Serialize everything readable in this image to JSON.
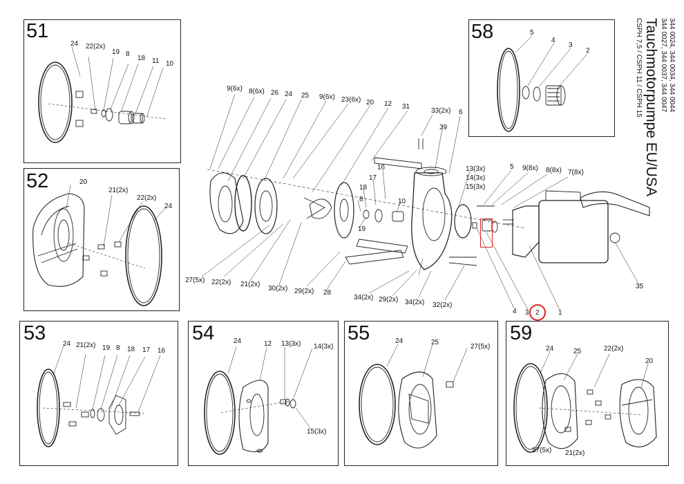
{
  "title": {
    "main": "Tauchmotorpumpe EU/USA",
    "codes_line1": "344 0024, 344 0034, 344 0044",
    "codes_line2": "344 0027, 344 0037, 344 0047",
    "models": "CSPH 7,5 / CSPH 11 / CSPH 15"
  },
  "panels": {
    "p51": "51",
    "p52": "52",
    "p53": "53",
    "p54": "54",
    "p55": "55",
    "p58": "58",
    "p59": "59"
  },
  "labels": {
    "l51_24": "24",
    "l51_22": "22(2x)",
    "l51_19": "19",
    "l51_8": "8",
    "l51_18": "18",
    "l51_11": "11",
    "l51_10": "10",
    "l52_20": "20",
    "l52_21": "21(2x)",
    "l52_22": "22(2x)",
    "l52_24": "24",
    "l53_24": "24",
    "l53_21": "21(2x)",
    "l53_19": "19",
    "l53_8": "8",
    "l53_18": "18",
    "l53_17": "17",
    "l53_16": "16",
    "l54_24": "24",
    "l54_12": "12",
    "l54_13": "13(3x)",
    "l54_14": "14(3x)",
    "l54_15": "15(3x)",
    "l55_24": "24",
    "l55_25": "25",
    "l55_27": "27(5x)",
    "l58_5": "5",
    "l58_4": "4",
    "l58_3": "3",
    "l58_2": "2",
    "l59_24": "24",
    "l59_25": "25",
    "l59_22": "22(2x)",
    "l59_20": "20",
    "l59_27": "27(5x)",
    "l59_21": "21(2x)",
    "m_9_6": "9(6x)",
    "m_8_6": "8(6x)",
    "m_26": "26",
    "m_24": "24",
    "m_25": "25",
    "m_9_6b": "9(6x)",
    "m_23": "23(6x)",
    "m_20": "20",
    "m_12": "12",
    "m_31": "31",
    "m_33": "33(2x)",
    "m_6": "6",
    "m_39": "39",
    "m_16": "16",
    "m_17": "17",
    "m_18": "18",
    "m_8": "8",
    "m_10": "10",
    "m_19": "19",
    "m_13": "13(3x)",
    "m_14": "14(3x)",
    "m_15": "15(3x)",
    "m_5": "5",
    "m_9_8": "9(8x)",
    "m_8_8": "8(8x)",
    "m_7_8": "7(8x)",
    "m_27": "27(5x)",
    "m_22": "22(2x)",
    "m_21": "21(2x)",
    "m_30": "30(2x)",
    "m_29": "29(2x)",
    "m_28": "28",
    "m_34": "34(2x)",
    "m_29b": "29(2x)",
    "m_34b": "34(2x)",
    "m_32": "32(2x)",
    "m_4": "4",
    "m_3": "3",
    "m_2": "2",
    "m_1": "1",
    "m_35": "35"
  },
  "colors": {
    "line": "#222222",
    "highlight": "#e02020"
  }
}
